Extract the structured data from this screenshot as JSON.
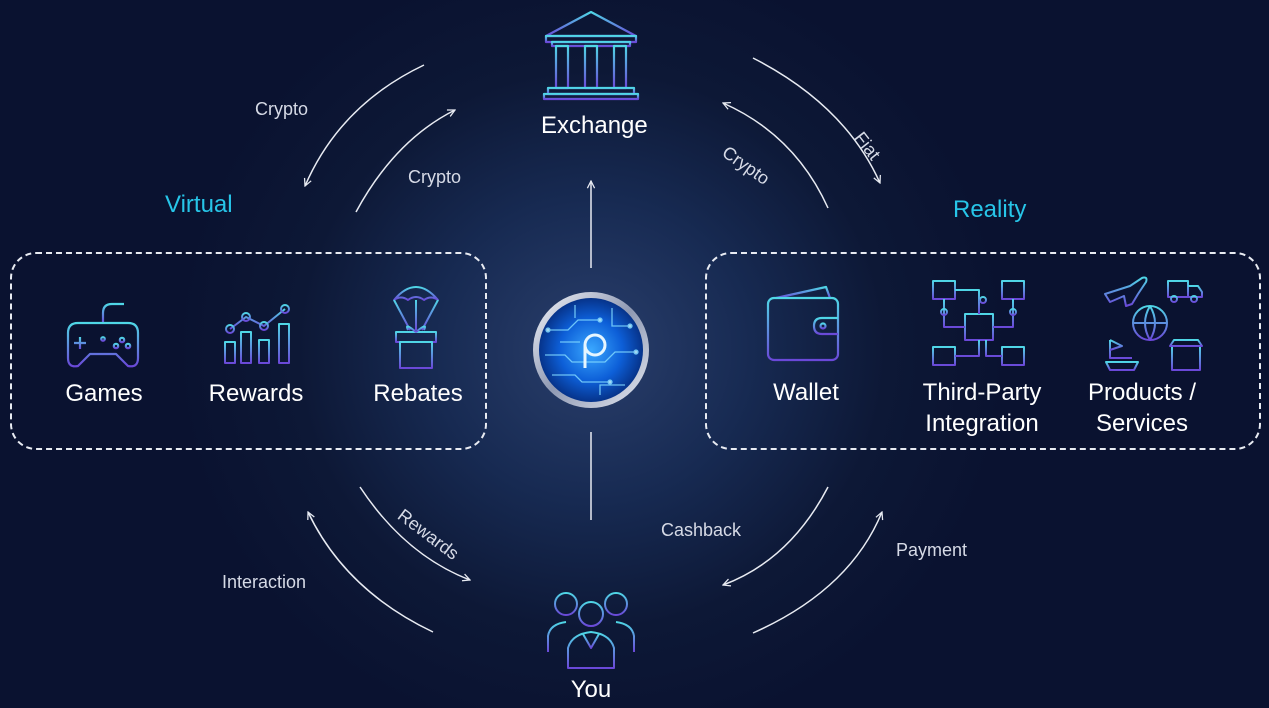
{
  "center": {
    "logo": "coin-logo"
  },
  "exchange": {
    "label": "Exchange",
    "icon": "bank-icon"
  },
  "you": {
    "label": "You",
    "icon": "people-group-icon"
  },
  "groups": {
    "virtual": {
      "title": "Virtual",
      "items": [
        {
          "label": "Games",
          "icon": "gamepad-icon"
        },
        {
          "label": "Rewards",
          "icon": "chart-icon"
        },
        {
          "label": "Rebates",
          "icon": "parachute-gift-icon"
        }
      ]
    },
    "reality": {
      "title": "Reality",
      "items": [
        {
          "label": "Wallet",
          "icon": "wallet-icon"
        },
        {
          "label": "Third-Party",
          "label2": "Integration",
          "icon": "network-icon"
        },
        {
          "label": "Products /",
          "label2": "Services",
          "icon": "logistics-icon"
        }
      ]
    }
  },
  "flows": {
    "crypto_left_outer": "Crypto",
    "crypto_left_inner": "Crypto",
    "crypto_right": "Crypto",
    "fiat": "Fiat",
    "rewards": "Rewards",
    "interaction": "Interaction",
    "cashback": "Cashback",
    "payment": "Payment"
  },
  "colors": {
    "accent": "#27c5e8",
    "icon_top": "#4fd7e6",
    "icon_bottom": "#6a48d8",
    "line": "#e8ebf2"
  }
}
